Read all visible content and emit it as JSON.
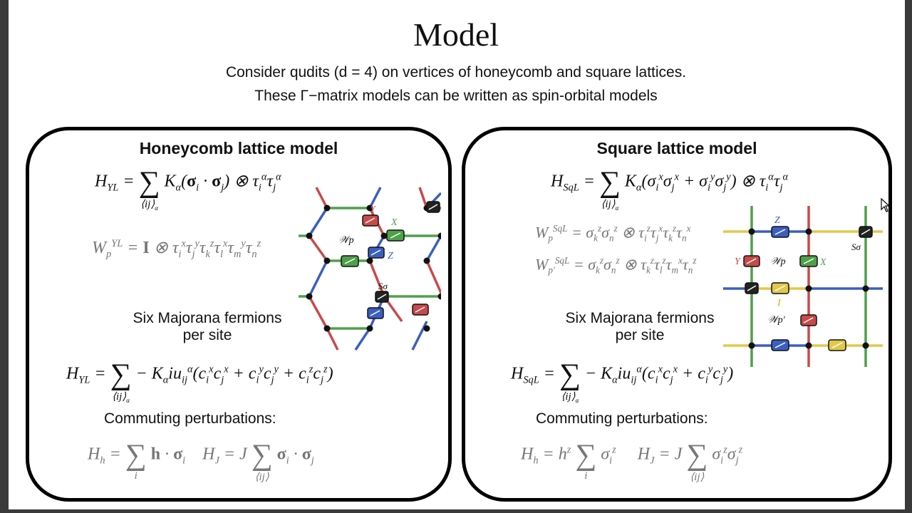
{
  "slide": {
    "title": "Model",
    "subtitle_line1": "Consider qudits (d = 4) on vertices of honeycomb and square lattices.",
    "subtitle_line2": "These Γ−matrix models can be written as spin-orbital models"
  },
  "left_panel": {
    "heading": "Honeycomb lattice model",
    "majorana_text_1": "Six Majorana fermions",
    "majorana_text_2": "per site",
    "perturbations_label": "Commuting perturbations:",
    "lattice_labels": {
      "y": "Y",
      "x": "X",
      "z": "Z",
      "wp": "𝒲p",
      "s": "Sσ"
    }
  },
  "right_panel": {
    "heading": "Square lattice model",
    "majorana_text_1": "Six Majorana fermions",
    "majorana_text_2": "per site",
    "perturbations_label": "Commuting perturbations:",
    "lattice_labels": {
      "z": "Z",
      "y": "Y",
      "x": "X",
      "i": "I",
      "wp": "𝒲p",
      "wp2": "𝒲p′",
      "s": "Sσ"
    }
  },
  "colors": {
    "red": "#c94a4a",
    "green": "#4fa04a",
    "blue": "#3b5fc0",
    "yellow": "#e2c84a",
    "node": "#111111",
    "formula_gray": "#777777"
  }
}
